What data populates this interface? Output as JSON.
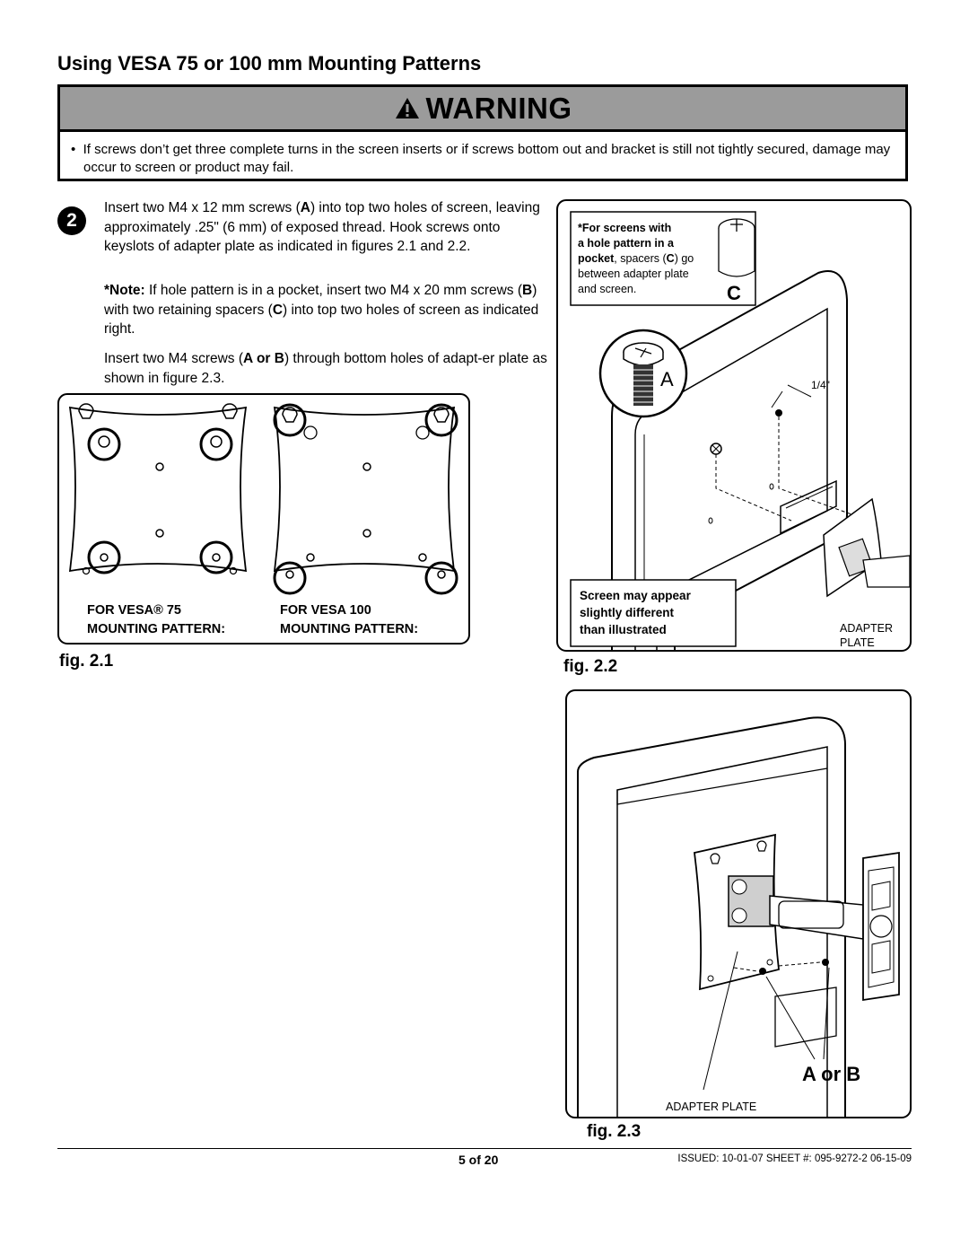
{
  "title": "Using VESA 75 or 100 mm Mounting Patterns",
  "warning": {
    "heading": "WARNING",
    "text": "If screws don’t get three complete turns in the screen inserts or if screws bottom out and bracket is still not tightly secured, damage may occur to screen or product may fail."
  },
  "step": {
    "number": "2",
    "p1_a": "Insert two M4 x 12 mm screws (",
    "p1_b": "A",
    "p1_c": ") into top two holes of screen, leaving approximately .25\" (6 mm) of exposed thread. Hook screws onto keyslots of adapter plate as indicated in figures 2.1 and 2.2.",
    "note_label": "*Note:",
    "note_a": " If hole pattern is in a pocket, insert two M4 x 20 mm screws (",
    "note_b": "B",
    "note_c": ") with two retaining spacers (",
    "note_d": "C",
    "note_e": ") into top two holes of screen as indicated right.",
    "p3_a": "Insert two M4 screws (",
    "p3_b": "A or B",
    "p3_c": ") through bottom holes of  adapt-er plate as shown in figure 2.3."
  },
  "fig21": {
    "label": "fig. 2.1",
    "vesa75_line1": "FOR VESA® 75",
    "vesa75_line2": "MOUNTING PATTERN:",
    "vesa100_line1": "FOR VESA 100",
    "vesa100_line2": "MOUNTING PATTERN:"
  },
  "fig22": {
    "label": "fig. 2.2",
    "spacer_note_1": "*For screens with",
    "spacer_note_2": "a hole pattern in a",
    "spacer_note_3a": "pocket",
    "spacer_note_3b": ", spacers (",
    "spacer_note_3c": "C",
    "spacer_note_3d": ") go",
    "spacer_note_4": "between adapter plate",
    "spacer_note_5": "and screen.",
    "callout_c": "C",
    "callout_a": "A",
    "dimension": "1/4\"",
    "screen_note_1": "Screen may appear",
    "screen_note_2": "slightly different",
    "screen_note_3": "than illustrated",
    "adapter_1": "ADAPTER",
    "adapter_2": "PLATE"
  },
  "fig23": {
    "label": "fig. 2.3",
    "callout": "A or B",
    "adapter": "ADAPTER PLATE"
  },
  "footer": {
    "page": "5 of 20",
    "issued": "ISSUED: 10-01-07  SHEET #: 095-9272-2  06-15-09"
  }
}
